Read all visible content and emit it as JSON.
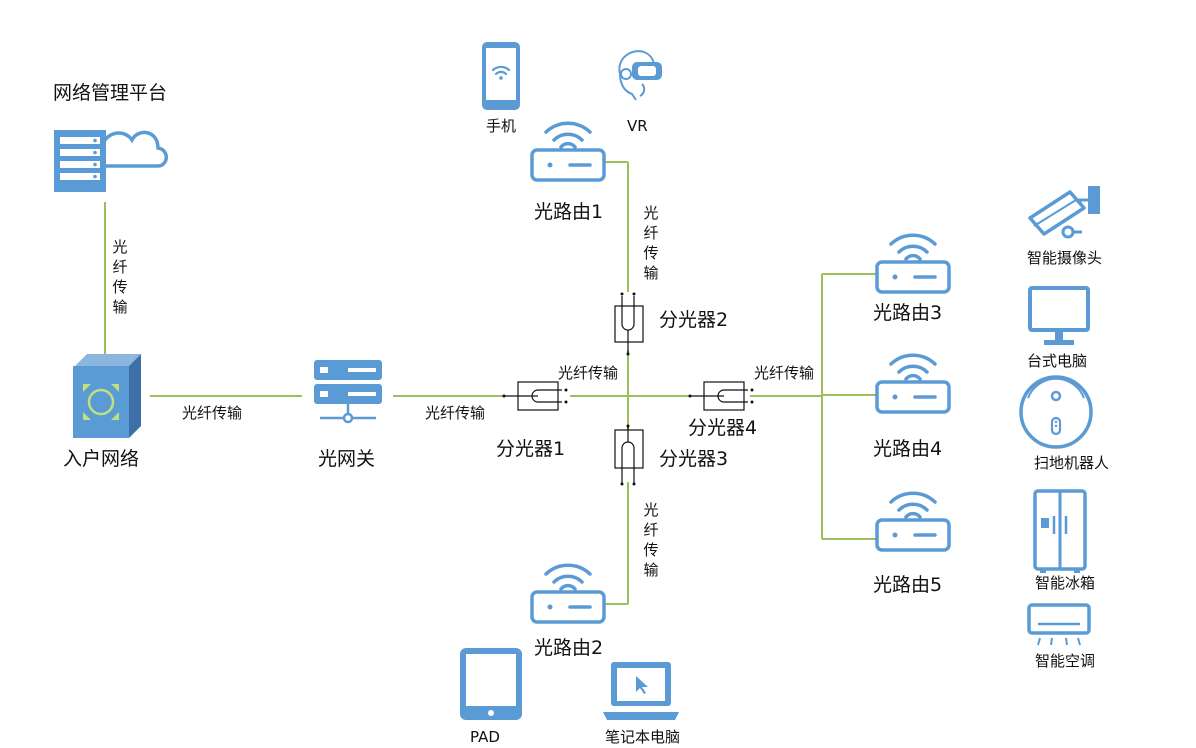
{
  "colors": {
    "link": "#9bc05a",
    "icon": "#5b9bd5",
    "iconDark": "#3d6fa8",
    "text": "#111111"
  },
  "platform": {
    "title": "网络管理平台"
  },
  "home_network": {
    "label": "入户网络"
  },
  "gateway": {
    "label": "光网关"
  },
  "splitters": {
    "s1": "分光器1",
    "s2": "分光器2",
    "s3": "分光器3",
    "s4": "分光器4"
  },
  "routers": {
    "r1": "光路由1",
    "r2": "光路由2",
    "r3": "光路由3",
    "r4": "光路由4",
    "r5": "光路由5"
  },
  "links": {
    "fiber": "光纤传输",
    "fiber_chars": [
      "光",
      "纤",
      "传",
      "输"
    ]
  },
  "devices": {
    "phone": "手机",
    "vr": "VR",
    "pad": "PAD",
    "laptop": "笔记本电脑",
    "camera": "智能摄像头",
    "desktop": "台式电脑",
    "robot": "扫地机器人",
    "fridge": "智能冰箱",
    "ac": "智能空调"
  }
}
